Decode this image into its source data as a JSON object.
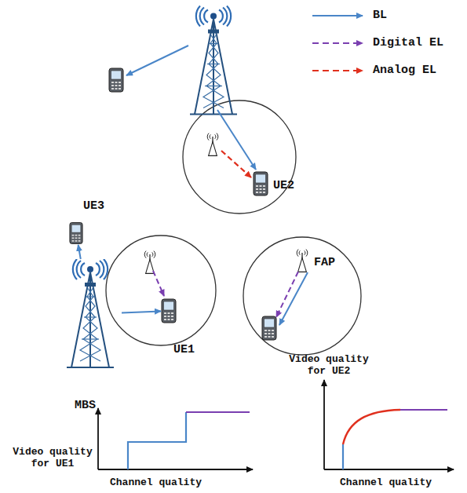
{
  "diagram": {
    "nodes": [
      {
        "text": [
          "UE3"
        ]
      },
      {
        "text": [
          "UE2"
        ]
      },
      {
        "text": [
          "UE1"
        ]
      },
      {
        "text": [
          "FAP"
        ]
      },
      {
        "text": [
          "MBS"
        ]
      }
    ],
    "edges": [
      {
        "from": 4,
        "to": 0,
        "arrow": "to"
      },
      {
        "from": 4,
        "to": 2,
        "arrow": "to"
      }
    ],
    "labels": [
      "Video quality for UE1",
      "Channel quality",
      "Video quality for UE2",
      "Channel quality"
    ],
    "legend": [
      {
        "text": "BL"
      },
      {
        "text": "Digital EL"
      },
      {
        "text": "Analog EL"
      }
    ]
  }
}
